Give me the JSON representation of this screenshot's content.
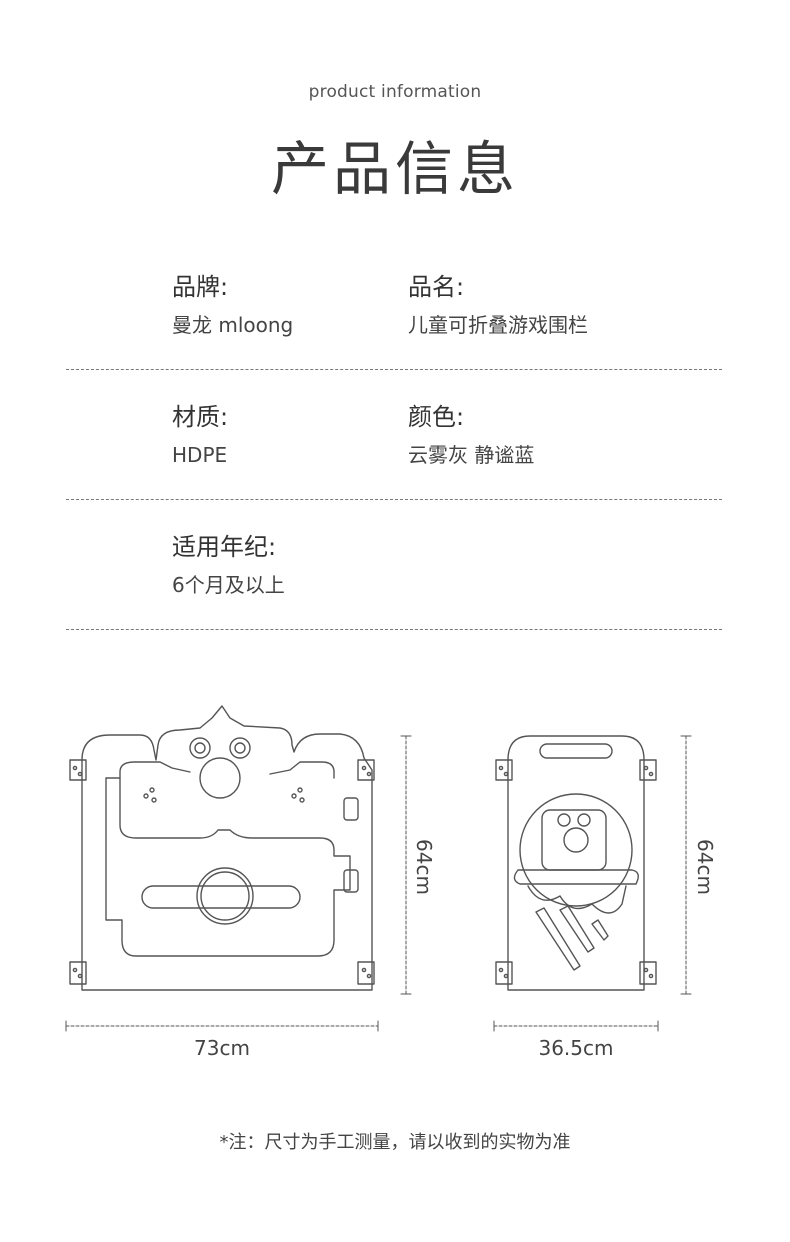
{
  "header": {
    "subtitle": "product information",
    "title": "产品信息"
  },
  "specs": [
    {
      "left": {
        "label": "品牌:",
        "value": "曼龙 mloong"
      },
      "right": {
        "label": "品名:",
        "value": "儿童可折叠游戏围栏"
      }
    },
    {
      "left": {
        "label": "材质:",
        "value": "HDPE"
      },
      "right": {
        "label": "颜色:",
        "value": "云雾灰 静谧蓝"
      }
    },
    {
      "left": {
        "label": "适用年纪:",
        "value": "6个月及以上"
      }
    }
  ],
  "dimensions": {
    "large_panel": {
      "width": "73cm",
      "height": "64cm"
    },
    "small_panel": {
      "width": "36.5cm",
      "height": "64cm"
    }
  },
  "note": "*注：尺寸为手工测量，请以收到的实物为准",
  "colors": {
    "text": "#333333",
    "line": "#555555"
  }
}
